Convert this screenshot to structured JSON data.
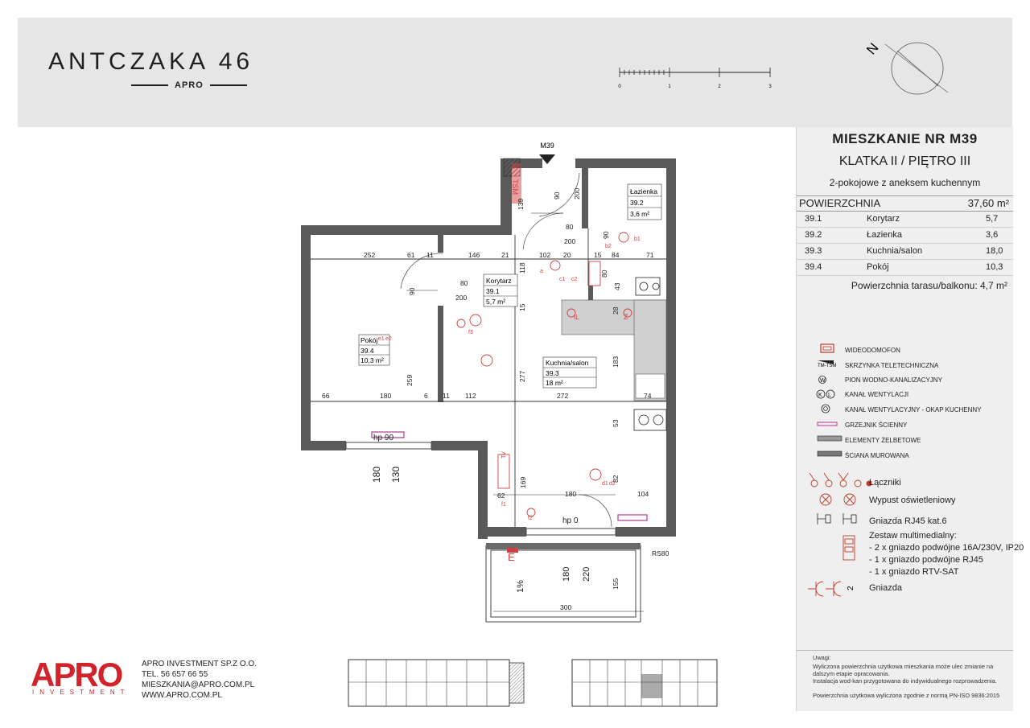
{
  "project": {
    "title": "ANTCZAKA  46",
    "subtitle": "APRO"
  },
  "scale_bar": {
    "ticks": [
      "0",
      "1",
      "2",
      "3"
    ]
  },
  "compass": {
    "label": "N"
  },
  "apartment": {
    "number": "MIESZKANIE NR M39",
    "stair_floor": "KLATKA II / PIĘTRO III",
    "type": "2-pokojowe z aneksem kuchennym",
    "area_label": "POWIERZCHNIA",
    "area_total": "37,60 m²",
    "rooms": [
      {
        "id": "39.1",
        "name": "Korytarz",
        "area": "5,7"
      },
      {
        "id": "39.2",
        "name": "Łazienka",
        "area": "3,6"
      },
      {
        "id": "39.3",
        "name": "Kuchnia/salon",
        "area": "18,0"
      },
      {
        "id": "39.4",
        "name": "Pokój",
        "area": "10,3"
      }
    ],
    "terrace": "Powierzchnia tarasu/balkonu: 4,7 m²"
  },
  "legend": {
    "small": [
      "WIDEODOMOFON",
      "SKRZYNKA TELETECHNICZNA",
      "PION WODNO-KANALIZACYJNY",
      "KANAŁ WENTYLACJI",
      "KANAŁ WENTYLACYJNY - OKAP KUCHENNY",
      "GRZEJNIK ŚCIENNY",
      "ELEMENTY ŻELBETOWE",
      "ŚCIANA MUROWANA"
    ],
    "tm_tsm": "TM-TSM",
    "switches": "Łączniki",
    "lighting": "Wypust oświetleniowy",
    "rj45": "Gniazda RJ45 kat.6",
    "multimedia_title": "Zestaw multimedialny:",
    "multimedia_items": [
      "- 2 x gniazdo podwójne 16A/230V, IP20",
      "- 1 x gniazdo podwójne RJ45",
      "- 1 x gniazdo RTV-SAT"
    ],
    "sockets": "Gniazda",
    "sockets_num": "2"
  },
  "notes": {
    "title": "Uwagi:",
    "lines": [
      "Wyliczona powierzchnia użytkowa mieszkania może ulec zmianie na",
      "dalszym etapie opracowania.",
      "Instalacja wod-kan przygotowana do indywidualnego rozprowadzenia."
    ],
    "norm": "Powierzchnia użytkowa wyliczona zgodnie z normą PN-ISO 9836:2015"
  },
  "company": {
    "logo": "APRO",
    "tagline": "INVESTMENT",
    "name": "APRO INVESTMENT SP.Z O.O.",
    "phone": "TEL. 56 657 66 55",
    "email": "MIESZKANIA@APRO.COM.PL",
    "web": "WWW.APRO.COM.PL"
  },
  "plan": {
    "unit_label": "M39",
    "rooms": [
      {
        "name": "Łazienka",
        "id": "39.2",
        "area": "3,6 m²"
      },
      {
        "name": "Korytarz",
        "id": "39.1",
        "area": "5,7 m²"
      },
      {
        "name": "Pokój",
        "id": "39.4",
        "area": "10,3 m²"
      },
      {
        "name": "Kuchnia/salon",
        "id": "39.3",
        "area": "18 m²"
      }
    ],
    "dims": [
      "252",
      "61",
      "11",
      "146",
      "21",
      "102",
      "20",
      "15",
      "84",
      "71",
      "90",
      "200",
      "80",
      "200",
      "90",
      "80",
      "200",
      "118",
      "15",
      "90",
      "80",
      "277",
      "183",
      "28",
      "43",
      "66",
      "180",
      "6",
      "11",
      "112",
      "272",
      "74",
      "53",
      "259",
      "180",
      "130",
      "169",
      "62",
      "82",
      "180",
      "104",
      "180",
      "220",
      "155",
      "300",
      "139",
      "1%"
    ],
    "labels": [
      "hp 90",
      "hp 0",
      "RS80",
      "E",
      "TSM",
      "TV"
    ],
    "symbols": [
      "e1",
      "e2",
      "f1",
      "f2",
      "f3",
      "c1",
      "c2",
      "d1",
      "d2",
      "b1",
      "b2",
      "a",
      "Z",
      "IL"
    ]
  }
}
